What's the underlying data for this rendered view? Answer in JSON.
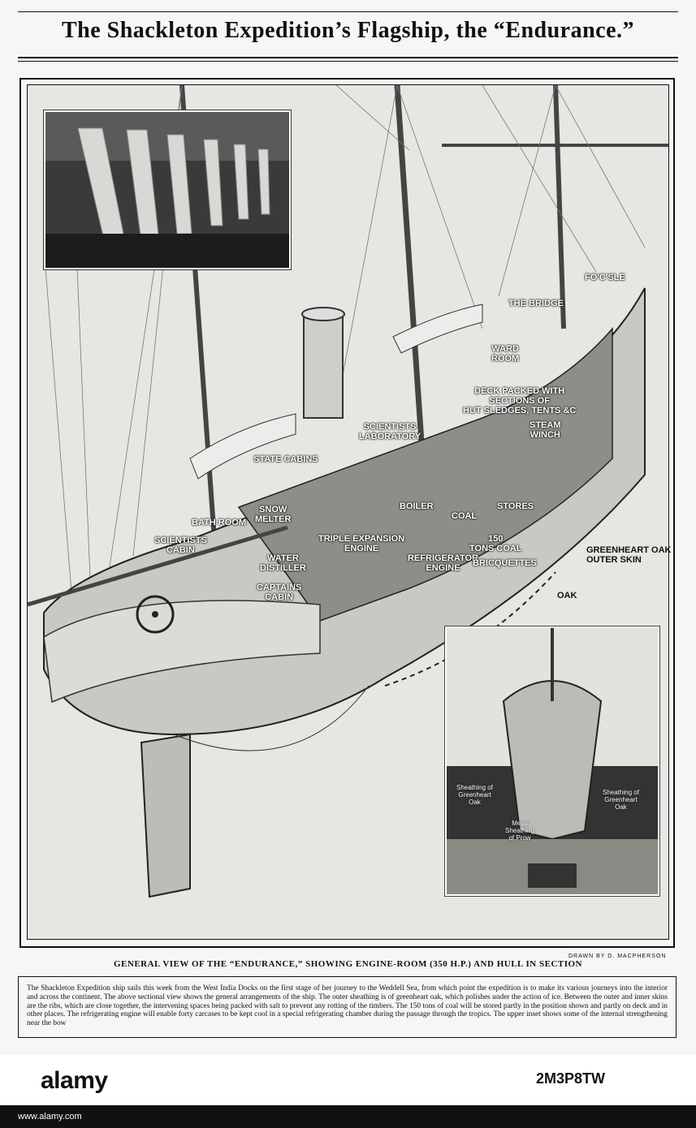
{
  "headline": "The Shackleton Expedition’s Flagship, the “Endurance.”",
  "labels": {
    "foc_sle": "FO'C'SLE",
    "the_bridge": "THE BRIDGE",
    "ward_room": "WARD\nROOM",
    "deck_packed": "DECK PACKED WITH\nSECTIONS OF\nHUT SLEDGES, TENTS &C",
    "steam_winch": "STEAM\nWINCH",
    "scientists_laboratory": "SCIENTISTS\nLABORATORY",
    "state_cabins": "STATE CABINS",
    "snow_melter": "SNOW\nMELTER",
    "bath_room": "BATH ROOM",
    "boiler": "BOILER",
    "coal": "COAL",
    "stores": "STORES",
    "scientists_cabin": "SCIENTISTS\nCABIN",
    "triple_expansion_engine": "TRIPLE EXPANSION\nENGINE",
    "tons_coal": "150\nTONS COAL",
    "refrigerator_engine": "REFRIGERATOR\nENGINE",
    "bricquettes": "BRICQUETTES",
    "water_distiller": "WATER\nDISTILLER",
    "captains_cabin": "CAPTAINS\nCABIN",
    "greenheart_outer_skin": "GREENHEART OAK\nOUTER SKIN",
    "oak": "OAK"
  },
  "inset_labels": {
    "sheathing_left": "Sheathing of\nGreenheart\nOak",
    "sheathing_right": "Sheathing of\nGreenheart\nOak",
    "metal_sheathing": "Metal\nSheathing\nof Prow"
  },
  "credit": "DRAWN BY D. MACPHERSON",
  "caption": "GENERAL VIEW OF THE “ENDURANCE,” SHOWING ENGINE-ROOM (350 H.P.) AND HULL IN SECTION",
  "body_text": "The Shackleton Expedition ship sails this week from the West India Docks on the first stage of her journey to the Weddell Sea, from which point the expedition is to make its various journeys into the interior and across the continent. The above sectional view shows the general arrangements of the ship. The outer sheathing is of greenheart oak, which polishes under the action of ice. Between the outer and inner skins are the ribs, which are close together, the intervening spaces being packed with salt to prevent any rotting of the timbers. The 150 tons of coal will be stored partly in the position shown and partly on deck and in other places. The refrigerating engine will enable forty carcases to be kept cool in a special refrigerating chamber during the passage through the tropics. The upper inset shows some of the internal strengthening near the bow",
  "watermark": {
    "logo": "alamy",
    "image_id": "2M3P8TW",
    "url": "www.alamy.com"
  }
}
